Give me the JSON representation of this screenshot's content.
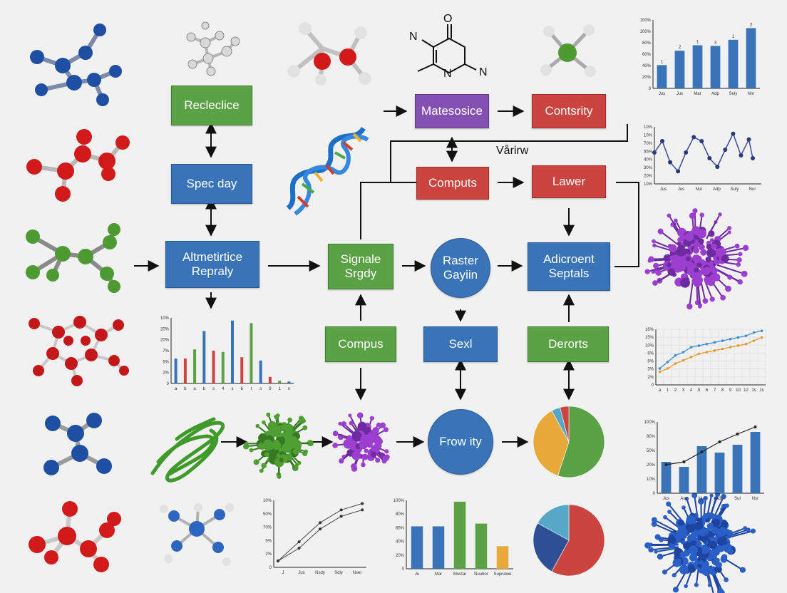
{
  "colors": {
    "green": "#5aa245",
    "blue": "#3a74b8",
    "red": "#cc4440",
    "purple": "#8450b2",
    "orange": "#e8a83a",
    "light_blue": "#55a8c8",
    "line_blue": "#3f8fd0",
    "line_orange": "#e89a32",
    "background": "#f1f1f1"
  },
  "nodes": {
    "recleclice": "Recleclice",
    "spec_day": "Spec day",
    "altmetirtice": "Altmetirtice\nRepraly",
    "matesosice": "Matesosice",
    "contsrity": "Contsrity",
    "computs": "Computs",
    "lawer": "Lawer",
    "signale": "Signale\nSrgdy",
    "raster": "Raster\nGayiin",
    "adicroent": "Adicroent\nSeptals",
    "compus": "Compus",
    "sexl": "Sexl",
    "derorts": "Derorts",
    "frow_ity": "Frow ity"
  },
  "labels": {
    "varirw": "Vårirw",
    "n_left": "N",
    "n_mid": "N",
    "n_right": "N",
    "o_top": "O"
  },
  "icons": [
    "ball-and-stick-molecule-icon",
    "dna-double-helix-icon",
    "protein-ribbon-icon",
    "virus-particle-icon",
    "nanoparticle-cluster-icon"
  ],
  "charts": [
    {
      "chart_data": {
        "type": "bar",
        "categories": [
          "Jus",
          "Jus",
          "Mar",
          "Adp",
          "Suly",
          "Nnr"
        ],
        "values": [
          34,
          55,
          63,
          62,
          71,
          88
        ],
        "data_labels": [
          "1",
          "2",
          "1",
          "3",
          "1",
          "2"
        ],
        "yticks": [
          "100%",
          "100%",
          "80%",
          "60%",
          "40%",
          "20%",
          "0"
        ],
        "color": "#3a74b8"
      }
    },
    {
      "chart_data": {
        "type": "line",
        "categories": [
          "Jus",
          "Jus",
          "Nur",
          "Adp",
          "Suly",
          "Nur"
        ],
        "yticks": [
          "10%",
          "10%",
          "70%",
          "55%",
          "40%",
          "30%",
          "20%",
          "10%"
        ],
        "color": "#3a4a9a"
      }
    },
    {
      "chart_data": {
        "type": "bar",
        "categories": [
          "a",
          "b",
          "a",
          "b",
          "s",
          "4",
          "s",
          "6",
          "t",
          "s",
          "9",
          "1",
          "n"
        ],
        "yticks": [
          "10%",
          "20%",
          "20%",
          "7%",
          "5%",
          "2%",
          "0"
        ],
        "colors": [
          "#3a74b8",
          "#cc4440",
          "#5aa245"
        ]
      }
    },
    {
      "chart_data": {
        "type": "line",
        "categories": [
          "a",
          "1",
          "2",
          "3",
          "4",
          "5",
          "6",
          "7",
          "8",
          "9",
          "10",
          "12",
          "1s",
          "1s"
        ],
        "yticks": [
          "16%",
          "15%",
          "10%",
          "6%",
          "5%",
          "3%",
          "2%",
          "0"
        ],
        "series": [
          {
            "values": [
              5,
              7,
              9,
              10,
              11.5,
              12,
              12.5,
              13,
              13.5,
              14,
              14.5,
              15,
              16,
              16.5
            ]
          },
          {
            "values": [
              4,
              5,
              6.5,
              7.5,
              8.5,
              9.5,
              10,
              10.5,
              11,
              11.5,
              12,
              12.5,
              13.5,
              14.5
            ]
          }
        ]
      }
    },
    {
      "chart_data": {
        "type": "bar",
        "categories": [
          "Jus",
          "Aus",
          "Nur",
          "Adp",
          "Sul",
          "Nsr"
        ],
        "values": [
          44,
          37,
          66,
          57,
          68,
          86
        ],
        "yticks": [
          "100%",
          "80%",
          "50%",
          "20%",
          "10%",
          "0"
        ],
        "color": "#3a74b8"
      }
    },
    {
      "chart_data": {
        "type": "line",
        "categories": [
          "J",
          "Jus",
          "Nsdy",
          "Sdly",
          "Nser"
        ],
        "yticks": [
          "10%",
          "50%",
          "70%",
          "5%",
          "2%",
          "0"
        ],
        "series": [
          {
            "values": [
              1,
              4,
              7,
              9,
              10
            ]
          },
          {
            "values": [
              1,
              3,
              6,
              8,
              9
            ]
          }
        ]
      }
    },
    {
      "chart_data": {
        "type": "bar",
        "categories": [
          "Ju",
          "Mar",
          "Mustar",
          "Nuubor",
          "Supnowe"
        ],
        "values": [
          62,
          62,
          98,
          66,
          33
        ],
        "yticks": [
          "100%",
          "80%",
          "66%",
          "40%",
          "20%",
          "0"
        ],
        "colors": [
          "#3a74b8",
          "#3a74b8",
          "#5aa245",
          "#5aa245",
          "#e8a83a"
        ]
      }
    },
    {
      "chart_data": {
        "type": "pie",
        "values": [
          55,
          37,
          4,
          4
        ],
        "colors": [
          "#5aa245",
          "#e8a83a",
          "#55a8c8",
          "#cc4440"
        ]
      }
    },
    {
      "chart_data": {
        "type": "pie",
        "values": [
          58,
          25,
          17
        ],
        "colors": [
          "#cc4440",
          "#2e4f96",
          "#55a8c8"
        ]
      }
    }
  ]
}
